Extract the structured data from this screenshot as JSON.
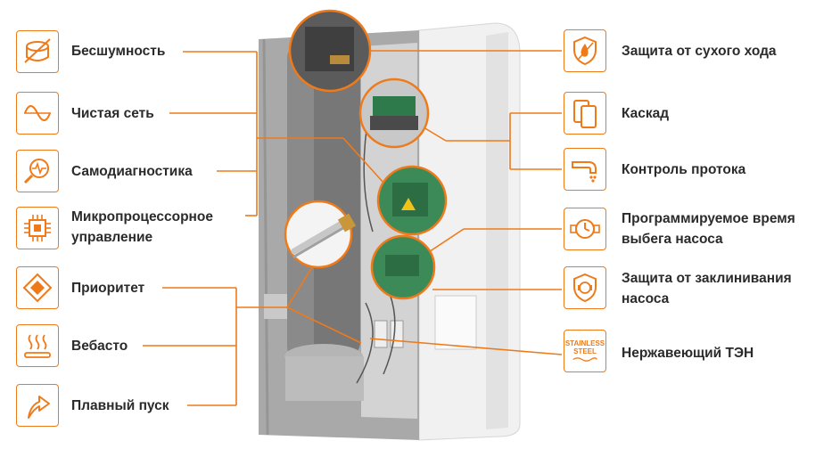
{
  "features_left": [
    {
      "label": "Бесшумность",
      "icon": "silent-drum-icon"
    },
    {
      "label": "Чистая сеть",
      "icon": "sine-wave-icon"
    },
    {
      "label": "Самодиагностика",
      "icon": "magnifier-pulse-icon"
    },
    {
      "label_line1": "Микропроцессорное",
      "label_line2": "управление",
      "icon": "microchip-icon"
    },
    {
      "label": "Приоритет",
      "icon": "priority-diamond-icon"
    },
    {
      "label": "Вебасто",
      "icon": "heat-waves-icon"
    },
    {
      "label": "Плавный пуск",
      "icon": "soft-start-arrow-icon"
    }
  ],
  "features_right": [
    {
      "label": "Защита от сухого хода",
      "icon": "shield-drop-icon"
    },
    {
      "label": "Каскад",
      "icon": "cascade-panels-icon"
    },
    {
      "label": "Контроль протока",
      "icon": "flow-tap-icon"
    },
    {
      "label_line1": "Программируемое время",
      "label_line2": "выбега насоса",
      "icon": "pump-clock-icon"
    },
    {
      "label_line1": "Защита от заклинивания",
      "label_line2": "насоса",
      "icon": "shield-pump-icon"
    },
    {
      "label": "Нержавеющий ТЭН",
      "icon": "stainless-steel-icon",
      "icon_text_line1": "STAINLESS",
      "icon_text_line2": "STEEL"
    }
  ],
  "colors": {
    "accent": "#ef7a1a",
    "text": "#2b2b2b",
    "device_body": "#a7a7a7",
    "line": "#ef7a1a"
  }
}
